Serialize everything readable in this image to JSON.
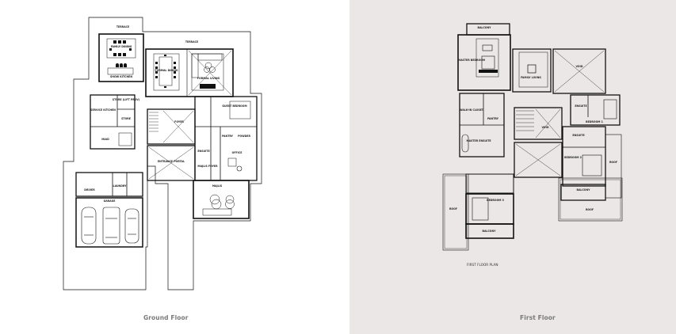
{
  "panels": {
    "ground": {
      "caption": "Ground Floor",
      "background": "#ffffff",
      "rooms": {
        "terrace_top": "TERRACE",
        "terrace_right": "TERRACE",
        "family_dining": "FAMILY DINING",
        "show_kitchen": "SHOW KITCHEN",
        "formal_dining": "FORMAL DINING",
        "formal_living": "FORMAL LIVING",
        "service_kitchen": "SERVICE KITCHEN",
        "store_lift": "STORE (LIFT PROV)",
        "store": "STORE",
        "maid": "MAID",
        "foyer": "FOYER",
        "guest_bedroom": "GUEST BEDROOM",
        "pantry": "PANTRY",
        "powder": "POWDER",
        "ent_bath": "ENSUITE",
        "majlis_foyer": "MAJLIS FOYER",
        "office": "OFFICE",
        "entrance_portal": "ENTRANCE PORTAL",
        "majlis": "MAJLIS",
        "driver": "DRIVER",
        "laundry": "LAUNDRY",
        "garage": "GARAGE"
      }
    },
    "first": {
      "caption": "First Floor",
      "plan_title": "FIRST FLOOR PLAN",
      "background": "#ebe7e6",
      "rooms": {
        "balcony_top": "BALCONY",
        "master_bedroom": "MASTER BEDROOM",
        "family_living": "FAMILY LIVING",
        "void_top": "VOID",
        "walkin_closet": "WALK-IN CLOSET",
        "pantry": "PANTRY",
        "master_ensuite": "MASTER ENSUITE",
        "void_mid": "VOID",
        "ensuite_1": "ENSUITE",
        "bedroom_1": "BEDROOM 1",
        "ensuite_2": "ENSUITE",
        "bedroom_2": "BEDROOM 2",
        "roof_right": "ROOF",
        "balcony_right": "BALCONY",
        "roof_bottom_right": "ROOF",
        "bedroom_3": "BEDROOM 3",
        "roof_left": "ROOF",
        "balcony_bottom": "BALCONY"
      }
    }
  }
}
